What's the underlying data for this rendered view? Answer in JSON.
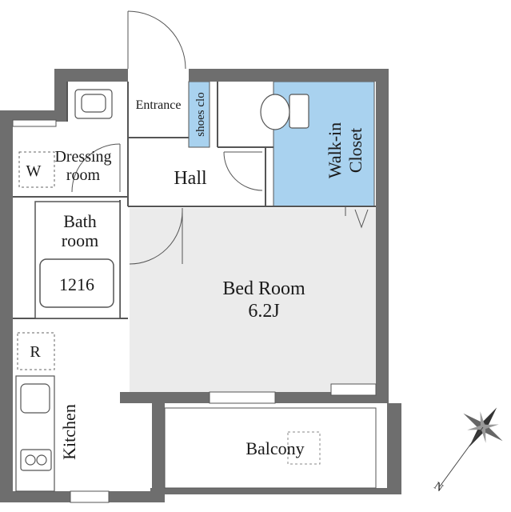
{
  "rooms": {
    "entrance": "Entrance",
    "shoes": "shoes clo",
    "hall": "Hall",
    "walkin_line1": "Walk-in",
    "walkin_line2": "Closet",
    "dressing_line1": "Dressing",
    "dressing_line2": "room",
    "dressing_marker": "W",
    "bath_line1": "Bath",
    "bath_line2": "room",
    "bath_unit": "1216",
    "bedroom_name": "Bed Room",
    "bedroom_size": "6.2J",
    "fridge_marker": "R",
    "kitchen": "Kitchen",
    "balcony": "Balcony"
  },
  "compass": {
    "north_label": "N"
  },
  "colors": {
    "wall": "#6e6e6e",
    "bedroom_floor": "#ebebeb",
    "closet_fill": "#a9d2ef",
    "line": "#555555"
  }
}
